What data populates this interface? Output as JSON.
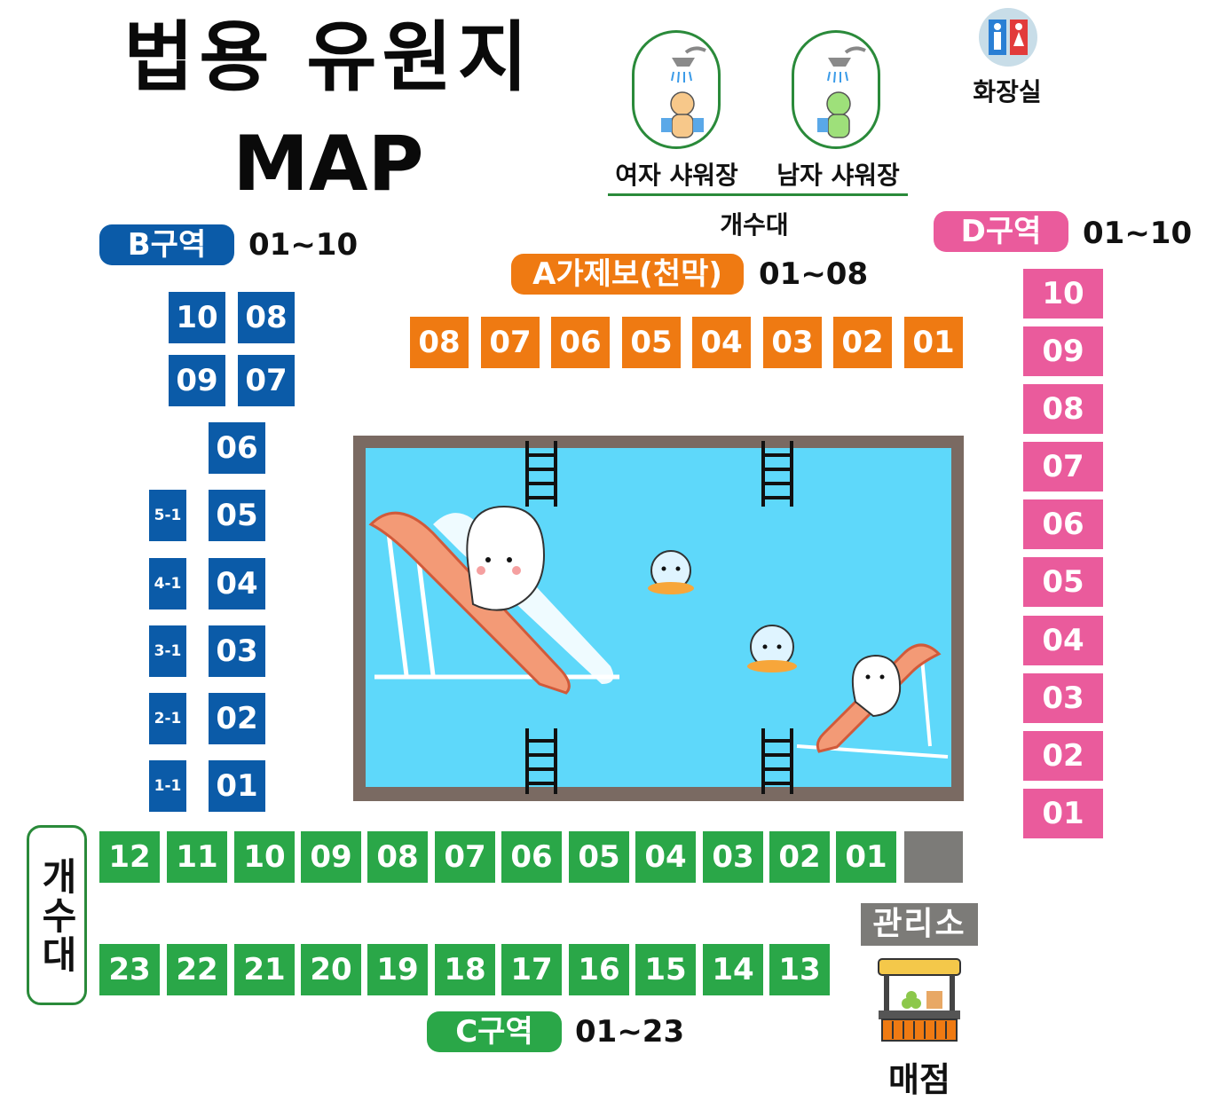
{
  "title_line1": "법용 유원지",
  "title_line2": "MAP",
  "facilities": {
    "women_shower": "여자 샤워장",
    "men_shower": "남자 샤워장",
    "sink_top": "개수대",
    "restroom": "화장실",
    "sink_side": "개수대",
    "office": "관리소",
    "store": "매점"
  },
  "zones": {
    "A": {
      "label": "A가제보(천막)",
      "range": "01~08",
      "color": "#ef7a12",
      "spots": [
        "08",
        "07",
        "06",
        "05",
        "04",
        "03",
        "02",
        "01"
      ]
    },
    "B": {
      "label": "B구역",
      "range": "01~10",
      "color": "#0b5ba8",
      "spots_top": [
        "10",
        "08",
        "09",
        "07"
      ],
      "spots_main": [
        "06",
        "05",
        "04",
        "03",
        "02",
        "01"
      ],
      "spots_sub": [
        "5-1",
        "4-1",
        "3-1",
        "2-1",
        "1-1"
      ]
    },
    "C": {
      "label": "C구역",
      "range": "01~23",
      "color": "#2aa748",
      "row1": [
        "12",
        "11",
        "10",
        "09",
        "08",
        "07",
        "06",
        "05",
        "04",
        "03",
        "02",
        "01"
      ],
      "row2": [
        "23",
        "22",
        "21",
        "20",
        "19",
        "18",
        "17",
        "16",
        "15",
        "14",
        "13"
      ]
    },
    "D": {
      "label": "D구역",
      "range": "01~10",
      "color": "#ea5b9c",
      "spots": [
        "10",
        "09",
        "08",
        "07",
        "06",
        "05",
        "04",
        "03",
        "02",
        "01"
      ]
    }
  },
  "icons": {
    "women_shower": "shower-woman-icon",
    "men_shower": "shower-man-icon",
    "restroom": "restroom-icon",
    "store": "store-icon",
    "pool": "pool-illustration"
  }
}
